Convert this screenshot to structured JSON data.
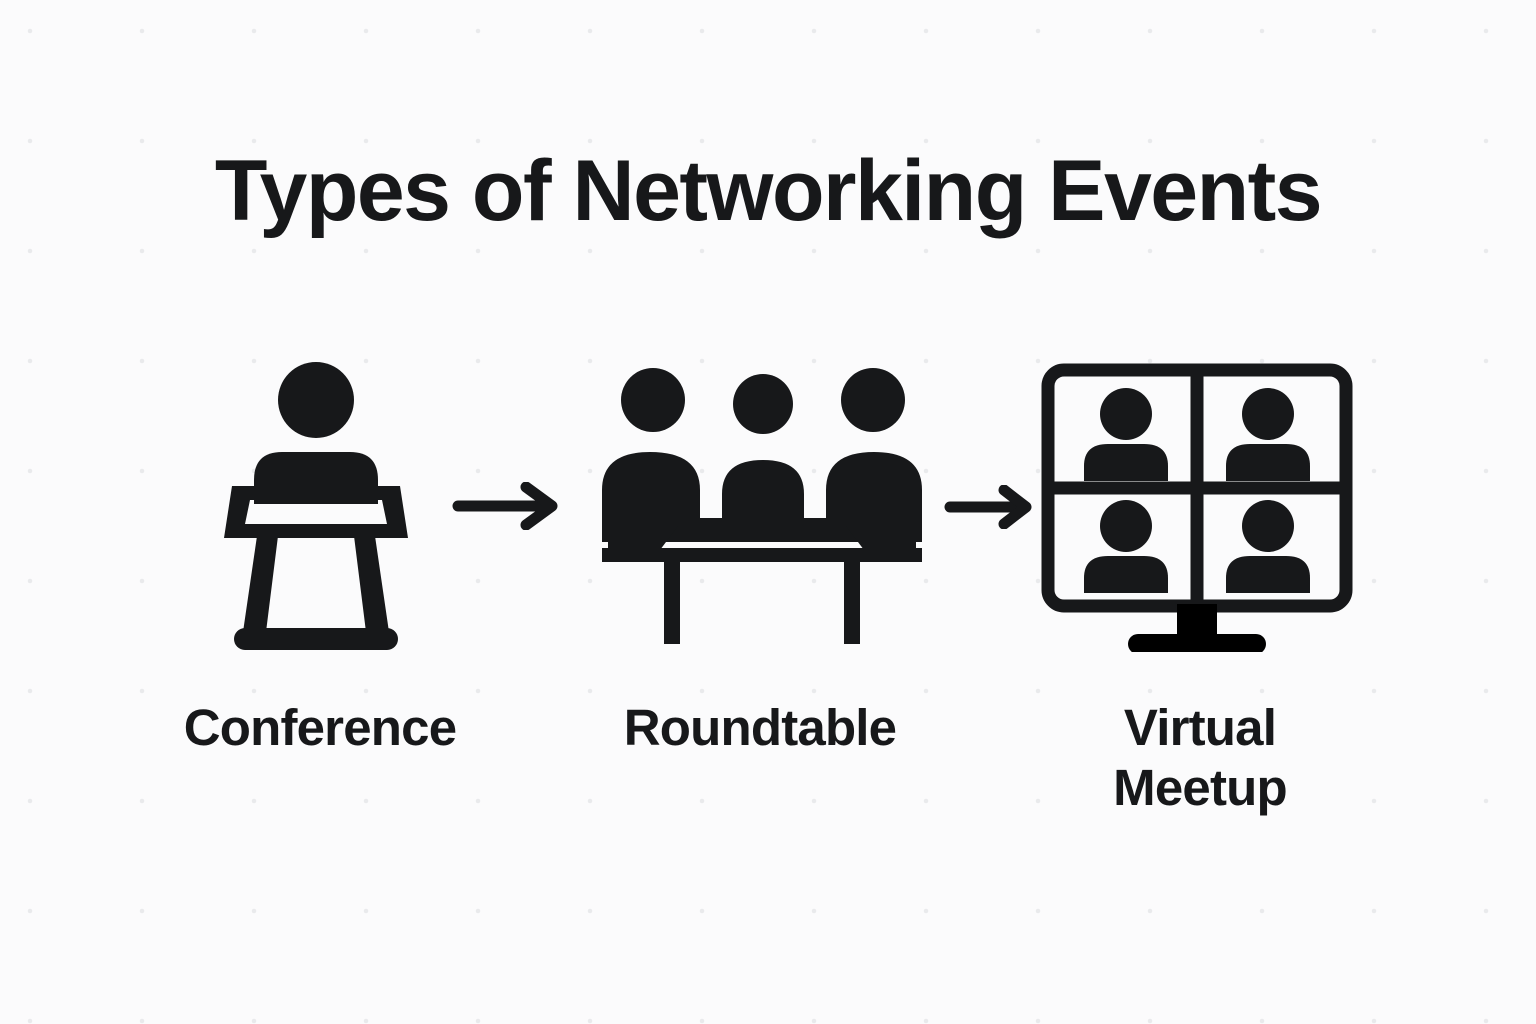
{
  "page": {
    "title": "Types of Networking Events",
    "background_color": "#fbfbfc",
    "ink_color": "#17181a",
    "dot_grid_color": "#e9eaec"
  },
  "flow": {
    "direction": "left-to-right",
    "connector": "arrow-right",
    "stages": [
      {
        "id": "conference",
        "label": "Conference",
        "icon_name": "podium-speaker-icon",
        "icon_description": "person standing behind a lectern / podium"
      },
      {
        "id": "roundtable",
        "label": "Roundtable",
        "icon_name": "three-people-at-table-icon",
        "icon_description": "three people seated behind a rectangular table"
      },
      {
        "id": "virtual-meetup",
        "label": "Virtual Meetup",
        "label_line_1": "Virtual",
        "label_line_2": "Meetup",
        "icon_name": "video-call-grid-monitor-icon",
        "icon_description": "desktop monitor displaying a 2 by 2 grid of video call participants"
      }
    ],
    "arrows": [
      {
        "id": "arrow-1",
        "from": "conference",
        "to": "roundtable",
        "glyph": "arrow-right-icon"
      },
      {
        "id": "arrow-2",
        "from": "roundtable",
        "to": "virtual-meetup",
        "glyph": "arrow-right-icon"
      }
    ]
  },
  "chart_data": {
    "type": "diagram",
    "title": "Types of Networking Events",
    "layout": "horizontal process flow",
    "categories": [
      "Conference",
      "Roundtable",
      "Virtual Meetup"
    ],
    "annotations": [
      "→",
      "→"
    ]
  }
}
